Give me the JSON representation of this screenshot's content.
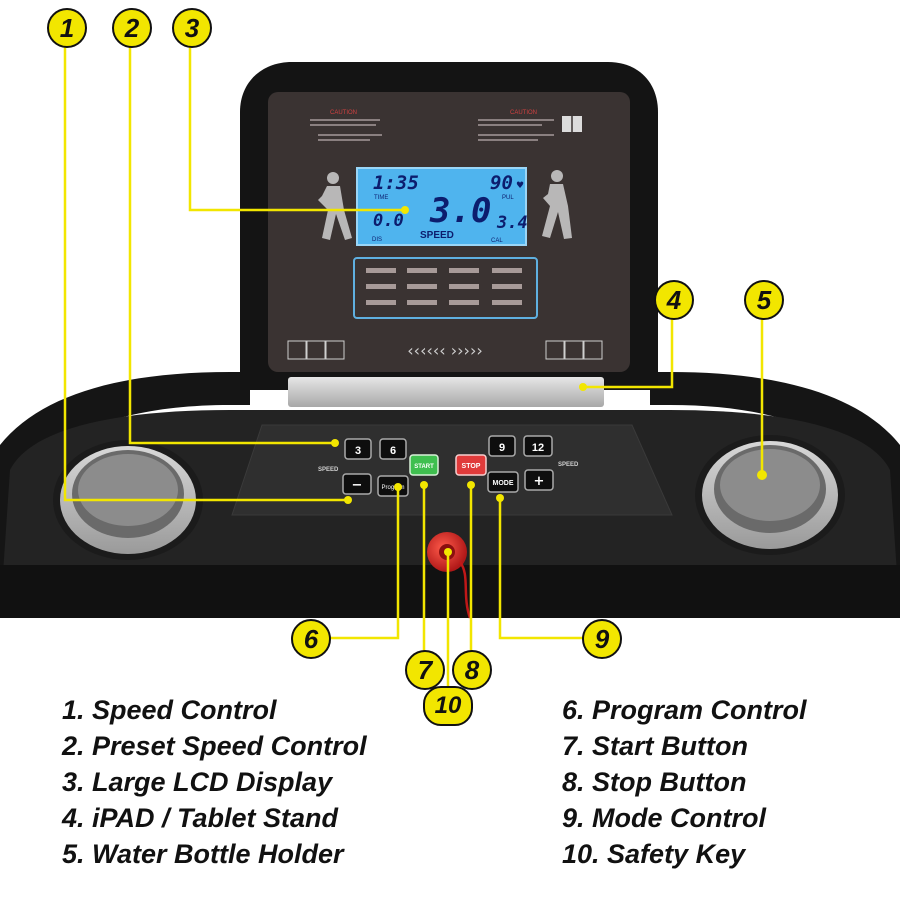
{
  "lcd": {
    "time": "1:35",
    "time_label": "TIME",
    "pulse": "90",
    "pulse_label": "PUL",
    "speed": "3.0",
    "speed_label": "SPEED",
    "distance": "0.0",
    "distance_label": "DIS",
    "calories": "3.4",
    "calories_label": "CAL"
  },
  "console": {
    "caution_left": "CAUTION",
    "caution_right": "CAUTION",
    "speed_label_left": "SPEED",
    "speed_label_right": "SPEED",
    "preset_buttons": [
      "3",
      "6",
      "9",
      "12"
    ],
    "minus": "−",
    "plus": "+",
    "program": "Program",
    "start": "START",
    "stop": "STOP",
    "mode": "MODE"
  },
  "callouts": [
    "1",
    "2",
    "3",
    "4",
    "5",
    "6",
    "7",
    "8",
    "9",
    "10"
  ],
  "legend_left": [
    "1. Speed Control",
    "2. Preset Speed Control",
    "3. Large LCD Display",
    "4. iPAD / Tablet Stand",
    "5. Water Bottle Holder"
  ],
  "legend_right": [
    "6. Program Control",
    "7. Start Button",
    "8. Stop Button",
    "9. Mode Control",
    "10. Safety Key"
  ],
  "colors": {
    "callout_yellow": "#f2e600",
    "lcd_blue": "#4fb4ee",
    "start_green": "#3fbf4f",
    "stop_red": "#e03a3a"
  }
}
